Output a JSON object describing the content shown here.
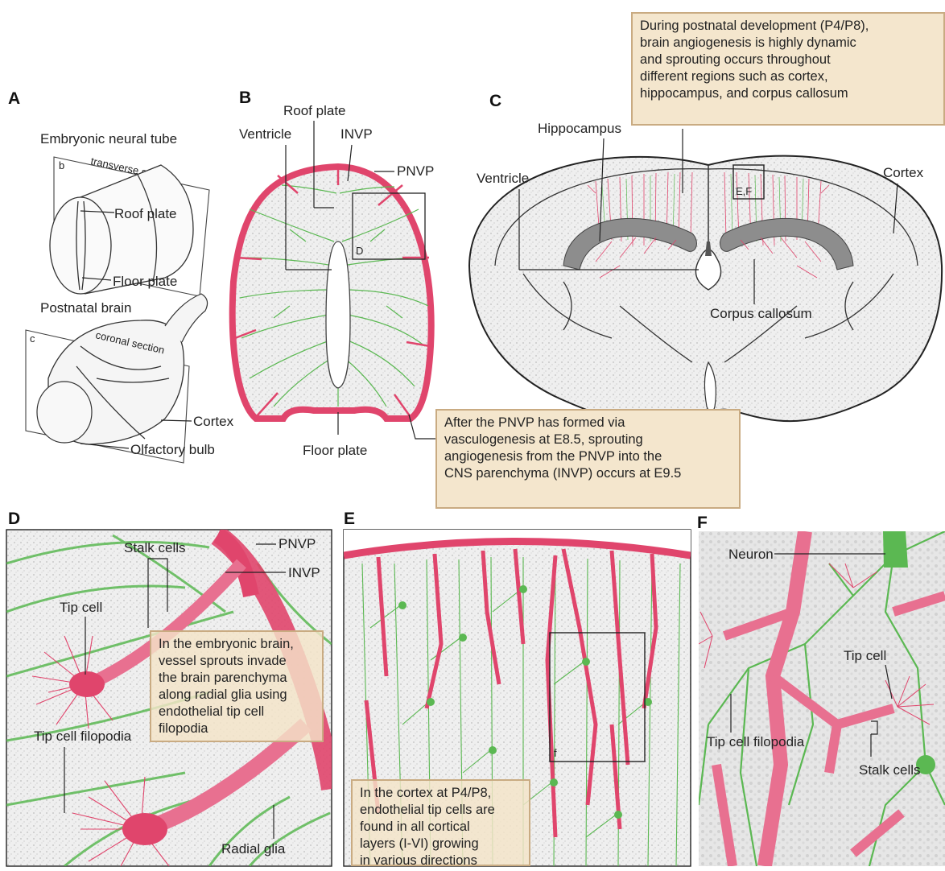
{
  "panels": {
    "A": {
      "letter": "A",
      "embryonic_title": "Embryonic neural tube",
      "transverse_section": "transverse section",
      "plane_b": "b",
      "roof_plate": "Roof plate",
      "floor_plate": "Floor plate",
      "postnatal_title": "Postnatal brain",
      "coronal_section": "coronal section",
      "plane_c": "c",
      "cortex": "Cortex",
      "olfactory_bulb": "Olfactory bulb"
    },
    "B": {
      "letter": "B",
      "roof_plate": "Roof plate",
      "ventricle": "Ventricle",
      "invp": "INVP",
      "pnvp": "PNVP",
      "box_d": "D",
      "floor_plate": "Floor plate"
    },
    "C": {
      "letter": "C",
      "hippocampus": "Hippocampus",
      "ventricle": "Ventricle",
      "cortex": "Cortex",
      "box_ef": "E,F",
      "corpus_callosum": "Corpus callosum"
    },
    "D": {
      "letter": "D",
      "stalk_cells": "Stalk cells",
      "pnvp": "PNVP",
      "invp": "INVP",
      "tip_cell": "Tip cell",
      "tip_cell_filopodia": "Tip cell filopodia",
      "radial_glia": "Radial glia"
    },
    "E": {
      "letter": "E",
      "box_f": "f"
    },
    "F": {
      "letter": "F",
      "neuron": "Neuron",
      "tip_cell": "Tip cell",
      "tip_cell_filopodia": "Tip cell filopodia",
      "stalk_cells": "Stalk cells"
    }
  },
  "callouts": {
    "postnatal": "During postnatal development (P4/P8),\nbrain angiogenesis is highly dynamic\nand sprouting occurs throughout\ndifferent regions such as cortex,\nhippocampus, and corpus callosum",
    "pnvp": "After the PNVP has formed via\nvasculogenesis at E8.5, sprouting\nangiogenesis from the PNVP into the\nCNS parenchyma (INVP) occurs at E9.5",
    "embryonic": "In the embryonic brain,\nvessel sprouts invade\nthe brain parenchyma\nalong radial glia using\nendothelial tip cell\nfilopodia",
    "cortex": "In the cortex at P4/P8,\nendothelial tip cells are\nfound in all cortical\nlayers (I-VI) growing\nin various directions"
  },
  "colors": {
    "vessel": "#e0456c",
    "glia": "#5bb852",
    "callout_fill": "#f4e6cd",
    "callout_border": "#c9ab82"
  }
}
